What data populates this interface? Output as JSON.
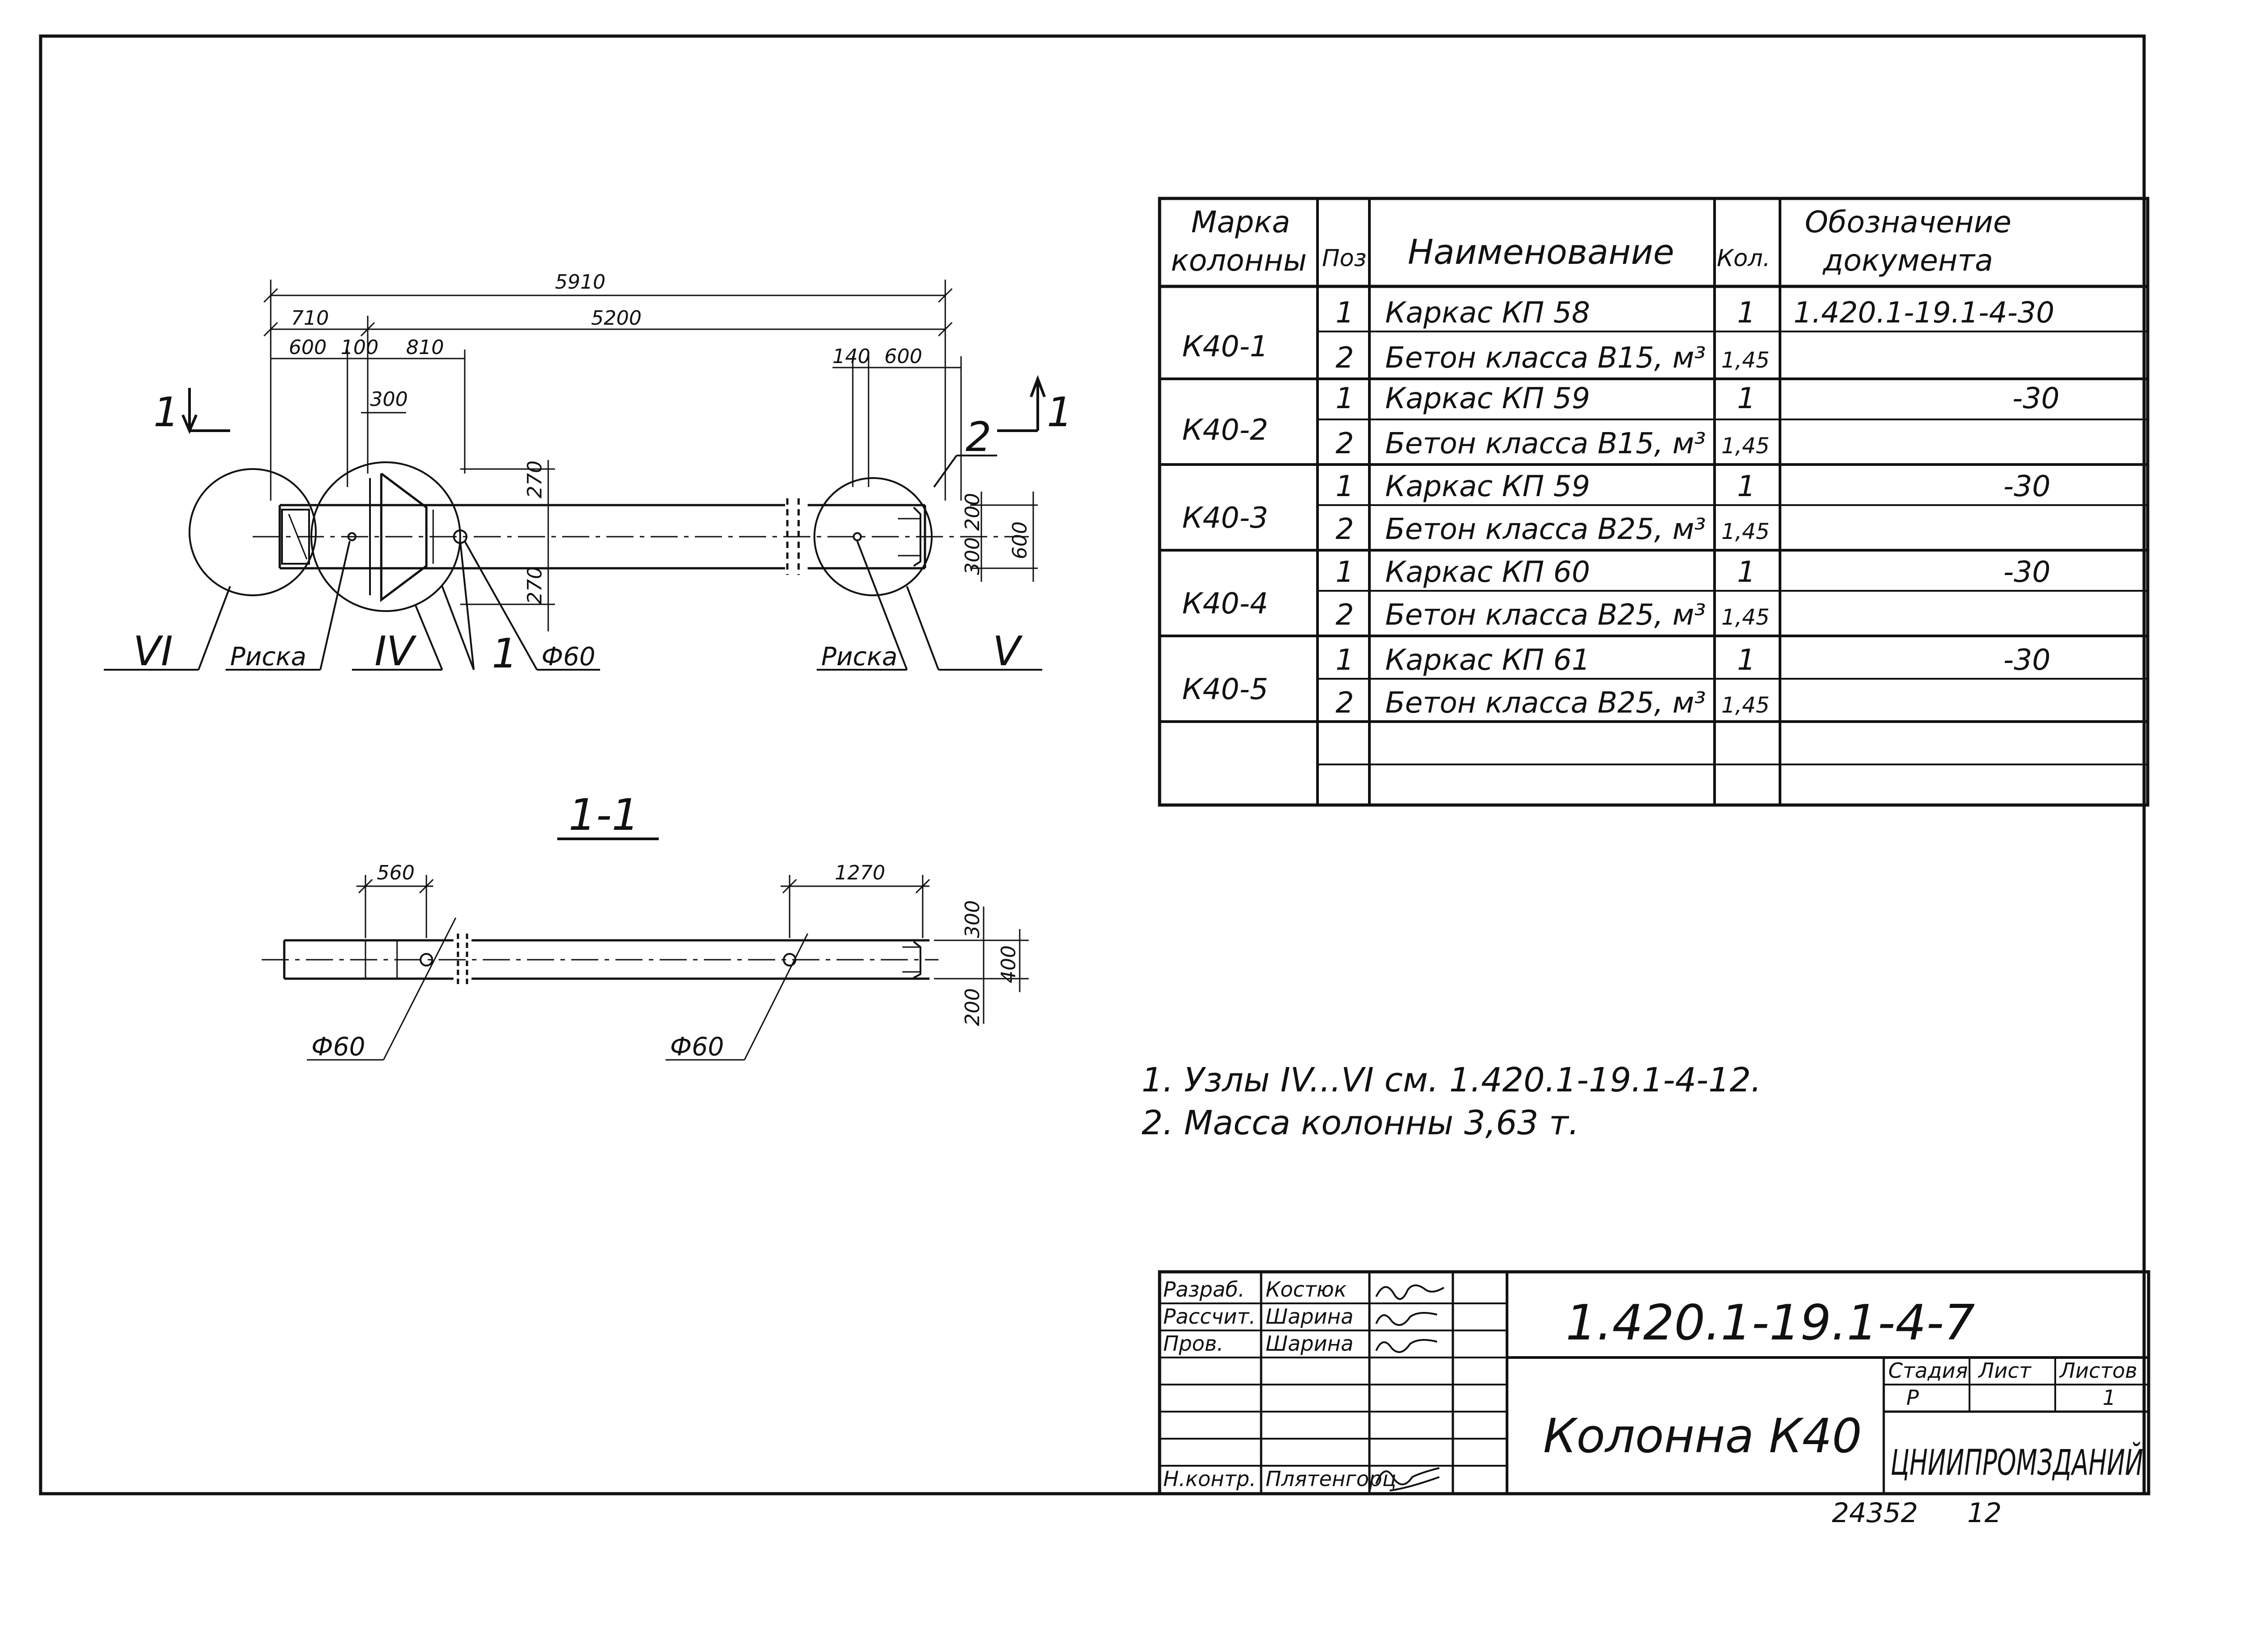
{
  "drawing": {
    "dimensions": {
      "overall": "5910",
      "main": "5200",
      "left_offset": "710",
      "d600_left": "600",
      "d100": "100",
      "d810": "810",
      "d300": "300",
      "d140": "140",
      "d600_right": "600",
      "d270_top": "270",
      "d270_bottom": "270",
      "d300_200": "300 200",
      "d600_height": "600"
    },
    "labels": {
      "section_mark_left": "1",
      "section_mark_right": "1",
      "pos_2": "2",
      "pos_1": "1",
      "node_vi": "VI",
      "node_iv": "IV",
      "node_v": "V",
      "riska_left": "Риска",
      "riska_right": "Риска",
      "phi_60_plan": "Ф60"
    },
    "section": {
      "title": "1-1",
      "d560": "560",
      "d1270": "1270",
      "d300": "300",
      "d400": "400",
      "d200": "200",
      "phi_left": "Ф60",
      "phi_right": "Ф60"
    }
  },
  "spec_table": {
    "headers": {
      "mark": [
        "Марка",
        "колонны"
      ],
      "pos": "Поз.",
      "name": "Наименование",
      "qty": "Кол.",
      "doc": [
        "Обозначение",
        "документа"
      ]
    },
    "groups": [
      {
        "mark": "К40-1",
        "rows": [
          {
            "pos": "1",
            "name": "Каркас  КП 58",
            "qty": "1",
            "doc": "1.420.1-19.1-4-30"
          },
          {
            "pos": "2",
            "name": "Бетон класса В15, м³",
            "qty": "1,45",
            "doc": ""
          }
        ]
      },
      {
        "mark": "К40-2",
        "rows": [
          {
            "pos": "1",
            "name": "Каркас  КП 59",
            "qty": "1",
            "doc": "-30"
          },
          {
            "pos": "2",
            "name": "Бетон класса В15, м³",
            "qty": "1,45",
            "doc": ""
          }
        ]
      },
      {
        "mark": "К40-3",
        "rows": [
          {
            "pos": "1",
            "name": "Каркас  КП 59",
            "qty": "1",
            "doc": "-30"
          },
          {
            "pos": "2",
            "name": "Бетон класса В25, м³",
            "qty": "1,45",
            "doc": ""
          }
        ]
      },
      {
        "mark": "К40-4",
        "rows": [
          {
            "pos": "1",
            "name": "Каркас  КП 60",
            "qty": "1",
            "doc": "-30"
          },
          {
            "pos": "2",
            "name": "Бетон класса В25, м³",
            "qty": "1,45",
            "doc": ""
          }
        ]
      },
      {
        "mark": "К40-5",
        "rows": [
          {
            "pos": "1",
            "name": "Каркас  КП 61",
            "qty": "1",
            "doc": "-30"
          },
          {
            "pos": "2",
            "name": "Бетон класса В25, м³",
            "qty": "1,45",
            "doc": ""
          }
        ]
      }
    ]
  },
  "notes": [
    "1.  Узлы IV...VI см. 1.420.1-19.1-4-12.",
    "2.  Масса колонны 3,63 т."
  ],
  "title_block": {
    "roles": [
      {
        "role": "Разраб.",
        "name": "Костюк"
      },
      {
        "role": "Рассчит.",
        "name": "Шарина"
      },
      {
        "role": "Пров.",
        "name": "Шарина"
      },
      {
        "role": "",
        "name": ""
      },
      {
        "role": "",
        "name": ""
      },
      {
        "role": "",
        "name": ""
      },
      {
        "role": "Н.контр.",
        "name": "Плятенгорц"
      }
    ],
    "code": "1.420.1-19.1-4-7",
    "title": "Колонна К40",
    "stage_header": "Стадия",
    "sheet_header": "Лист",
    "sheets_header": "Листов",
    "stage": "Р",
    "sheet": "",
    "sheets": "1",
    "organization": "ЦНИИПРОМЗДАНИЙ"
  },
  "footer": {
    "archive_number": "24352",
    "page": "12"
  }
}
